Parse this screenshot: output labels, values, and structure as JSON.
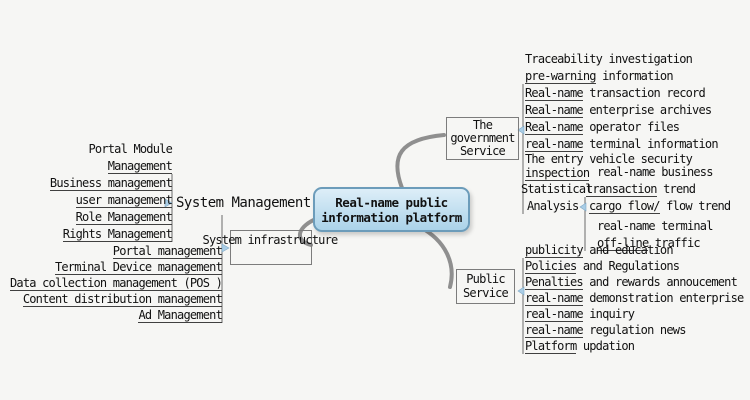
{
  "colors": {
    "background": "#f6f6f4",
    "text": "#111111",
    "connector": "#8f8f8f",
    "bracket": "#6a6a6a",
    "underline": "#404040",
    "box_border": "#7c7c7c",
    "arrow_fill": "#a9cde6",
    "arrow_stroke": "#7fa8c6",
    "center_fill_top": "#ddeef8",
    "center_fill_bottom": "#abd3e9",
    "center_border": "#6c9cba"
  },
  "icons": {
    "collapse_arrow": "small light-blue triangle pointing toward parent topic"
  },
  "center": {
    "label": "Real-name public information platform"
  },
  "branches": {
    "system_management": {
      "label": "System Management",
      "children": [
        {
          "line1": "Portal Module",
          "line2": "Management"
        },
        {
          "text": "Business management"
        },
        {
          "text": "user management"
        },
        {
          "text": "Role Management"
        },
        {
          "text": "Rights Management"
        }
      ]
    },
    "system_infrastructure": {
      "label": "System infrastructure",
      "children": [
        {
          "text": "Portal management"
        },
        {
          "text": "Terminal Device management"
        },
        {
          "text": "Data collection management (POS )"
        },
        {
          "text": "Content distribution management"
        },
        {
          "text": "Ad Management"
        }
      ]
    },
    "government_service": {
      "label": "The government Service",
      "children": [
        {
          "text": "Traceability investigation"
        },
        {
          "u": "pre-warning",
          "rest": " information"
        },
        {
          "u": "Real-name",
          "rest": " transaction record"
        },
        {
          "u": "Real-name",
          "rest": " enterprise archives"
        },
        {
          "u": "Real-name",
          "rest": " operator files"
        },
        {
          "u": "real-name",
          "rest": " terminal information"
        },
        {
          "line1": "The entry vehicle security",
          "line2": "inspection"
        }
      ]
    },
    "statistical_analysis": {
      "label_line1": "Statistical",
      "label_line2": "Analysis",
      "children": [
        {
          "line1": "real-name business",
          "u": "transaction",
          "rest": " trend"
        },
        {
          "u": "cargo flow/",
          "rest": " flow trend"
        },
        {
          "line1": "real-name terminal",
          "u": "off-line",
          "rest": " traffic"
        }
      ]
    },
    "public_service": {
      "label": "Public Service",
      "children": [
        {
          "u": "publicity",
          "rest": " and education"
        },
        {
          "u": "Policies",
          "rest": " and Regulations"
        },
        {
          "u": "Penalties",
          "rest": " and rewards annoucement"
        },
        {
          "u": "real-name",
          "rest": " demonstration enterprise"
        },
        {
          "u": "real-name",
          "rest": " inquiry"
        },
        {
          "u": "real-name",
          "rest": " regulation news"
        },
        {
          "u": "Platform",
          "rest": " updation"
        }
      ]
    }
  }
}
